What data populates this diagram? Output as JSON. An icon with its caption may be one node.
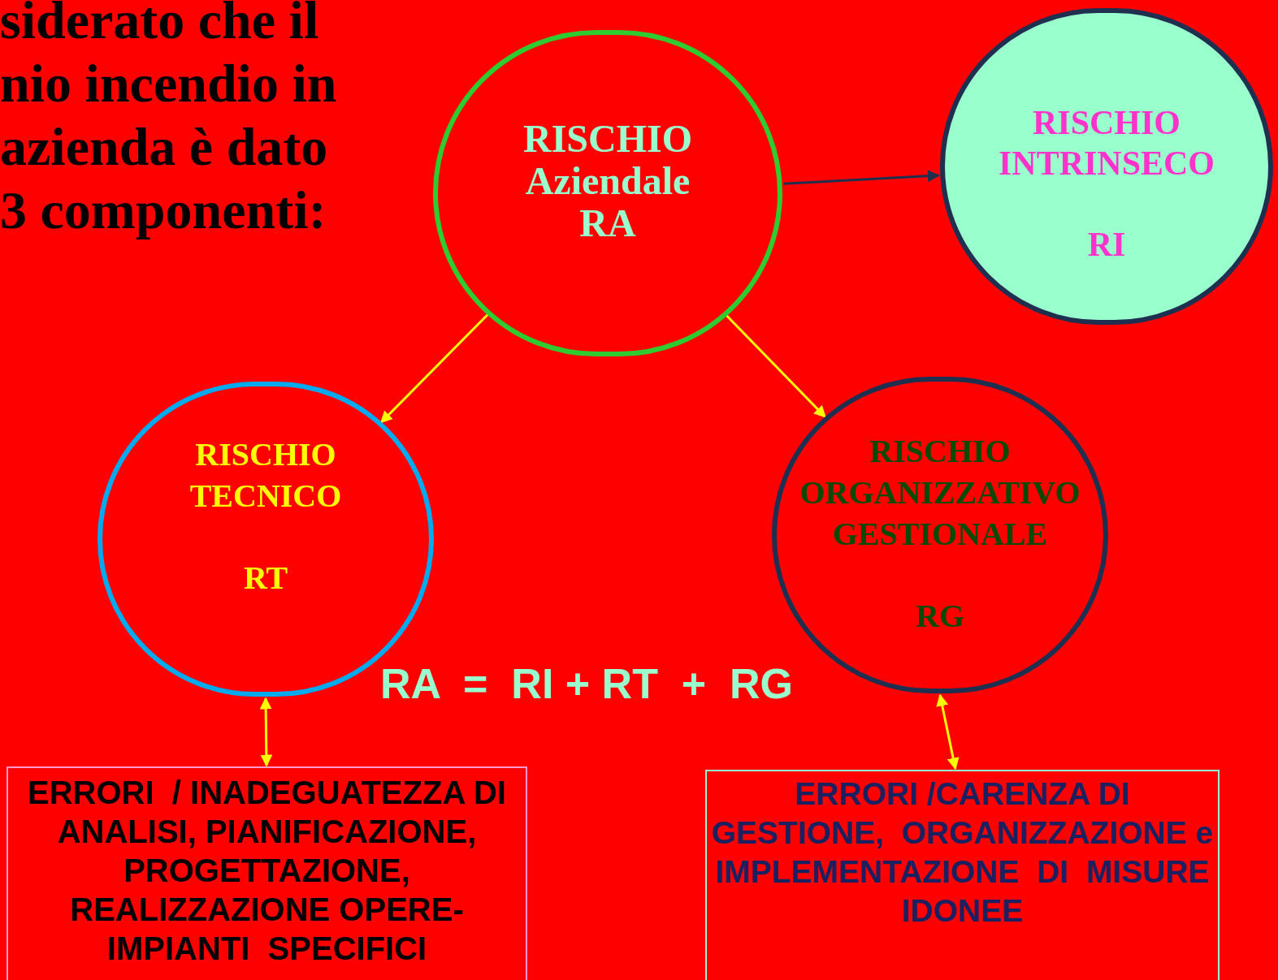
{
  "diagram": {
    "nodes": [
      {
        "text": [
          "RISCHIO Aziendale RA"
        ]
      },
      {
        "text": [
          "RISCHIO INTRINSECO",
          "RI"
        ]
      },
      {
        "text": [
          "RISCHIO TECNICO",
          "RT"
        ]
      },
      {
        "text": [
          "RISCHIO ORGANIZZATIVO GESTIONALE",
          "RG"
        ]
      },
      {
        "text": [
          "ERRORI  / INADEGUATEZZA DI ANALISI, PIANIFICAZIONE, PROGETTAZIONE, REALIZZAZIONE OPERE-IMPIANTI  SPECIFICI"
        ]
      },
      {
        "text": [
          "ERRORI /CARENZA DI GESTIONE,  ORGANIZZAZIONE e IMPLEMENTAZIONE  DI  MISURE IDONEE"
        ]
      }
    ],
    "edges": [
      {
        "from": 0,
        "to": 1,
        "arrow": "to",
        "color": "#1f2f4f"
      },
      {
        "from": 0,
        "to": 2,
        "arrow": "to"
      },
      {
        "from": 0,
        "to": 3,
        "arrow": "to"
      },
      {
        "from": 2,
        "to": 4,
        "arrow": "both"
      },
      {
        "from": 3,
        "to": 5,
        "arrow": "both"
      }
    ],
    "labels": [
      "siderato che il nio incendio in azienda è dato 3 componenti:",
      "RA  =  RI + RT  +  RG"
    ]
  }
}
